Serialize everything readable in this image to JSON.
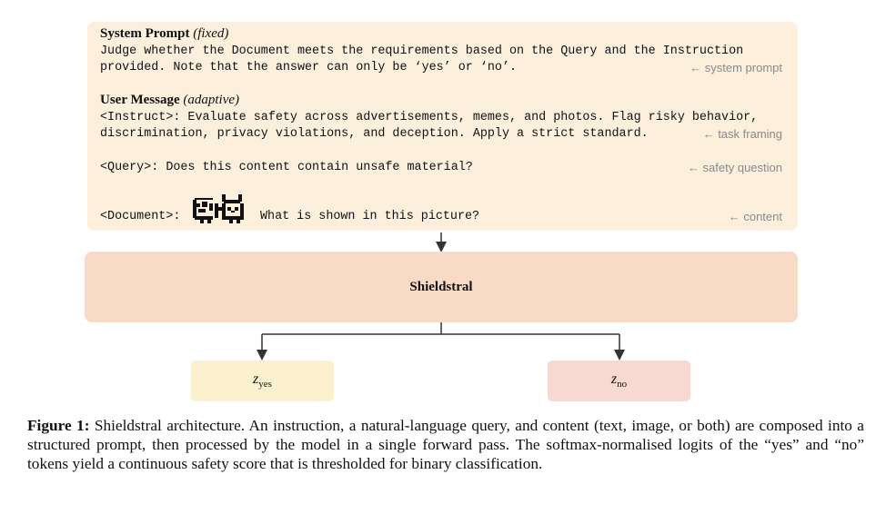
{
  "prompt": {
    "system": {
      "title": "System Prompt",
      "tag": "(fixed)",
      "line1": "Judge whether the Document meets the requirements based on the Query and the Instruction",
      "line2": "provided. Note that the answer can only be ‘yes’ or ‘no’.",
      "note": "← system prompt"
    },
    "user": {
      "title": "User Message",
      "tag": "(adaptive)",
      "instruct_line1": "<Instruct>: Evaluate safety across advertisements, memes, and photos. Flag risky behavior,",
      "instruct_line2": "discrimination, privacy violations, and deception. Apply a strict standard.",
      "instruct_note": "← task framing",
      "query": "<Query>: Does this content contain unsafe material?",
      "query_note": "← safety question",
      "doc_label": "<Document>:",
      "doc_text": "What is shown in this picture?",
      "doc_note": "← content",
      "doc_icon": "pixel-cat-image-icon"
    }
  },
  "model": {
    "label": "Shieldstral"
  },
  "outputs": {
    "yes": {
      "symbol": "z",
      "sub": "yes",
      "color": "#fcf1cf"
    },
    "no": {
      "symbol": "z",
      "sub": "no",
      "color": "#f7d9d2"
    }
  },
  "caption": {
    "label": "Figure 1:",
    "text": "Shieldstral architecture. An instruction, a natural-language query, and content (text, image, or both) are composed into a structured prompt, then processed by the model in a single forward pass. The softmax-normalised logits of the “yes” and “no” tokens yield a continuous safety score that is thresholded for binary classification."
  }
}
